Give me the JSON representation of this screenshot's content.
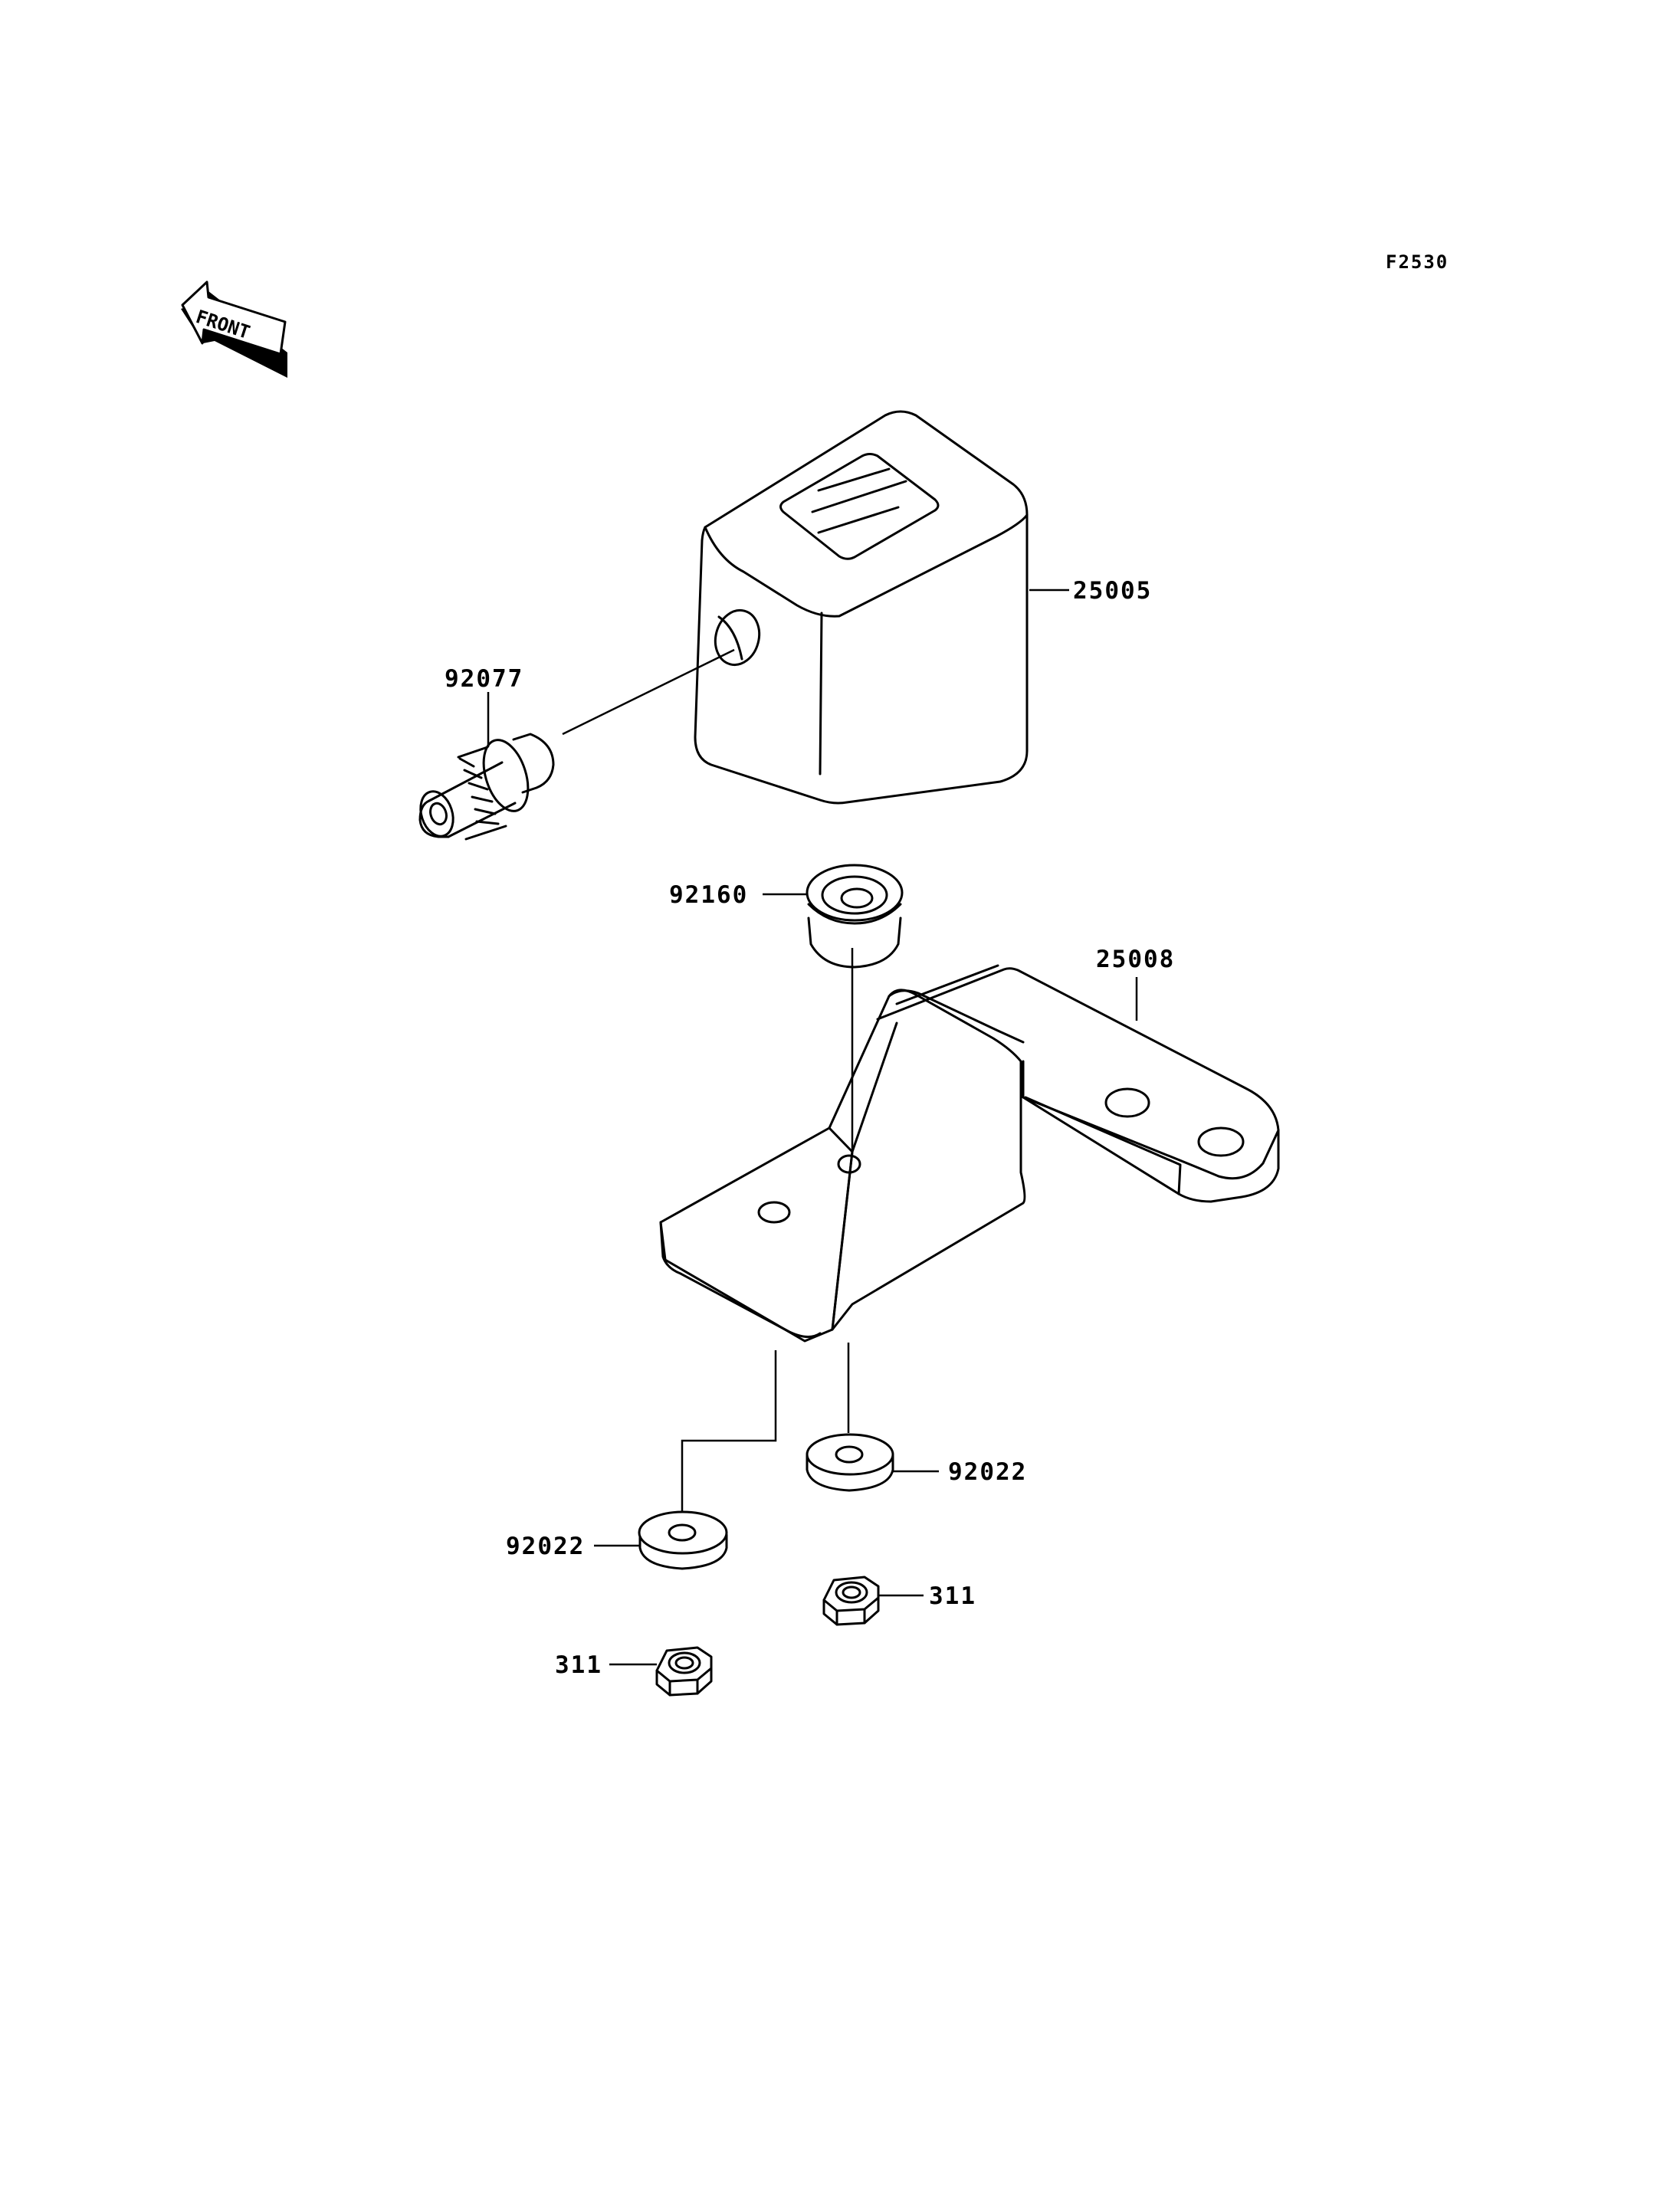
{
  "diagram_code": "F2530",
  "front_label": "FRONT",
  "parts": [
    {
      "id": "25005",
      "name": "meter-housing"
    },
    {
      "id": "92077",
      "name": "cable-fitting"
    },
    {
      "id": "92160",
      "name": "grommet"
    },
    {
      "id": "25008",
      "name": "bracket"
    },
    {
      "id": "92022",
      "name": "washer-right"
    },
    {
      "id": "92022",
      "name": "washer-left"
    },
    {
      "id": "311",
      "name": "nut-right"
    },
    {
      "id": "311",
      "name": "nut-left"
    }
  ]
}
